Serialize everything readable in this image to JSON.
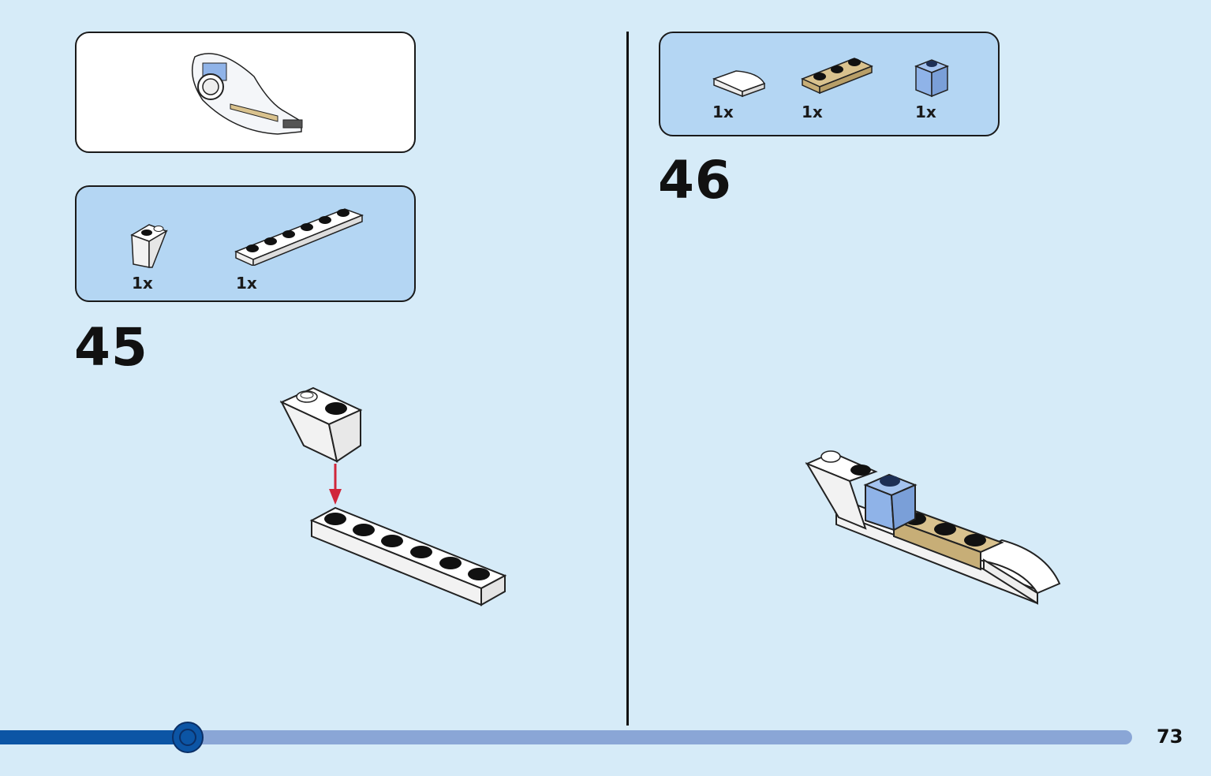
{
  "left": {
    "parts": [
      {
        "qty": "1x",
        "icon": "white-inverted-slope-brick"
      },
      {
        "qty": "1x",
        "icon": "white-1x6-plate"
      }
    ],
    "step": "45"
  },
  "right": {
    "parts": [
      {
        "qty": "1x",
        "icon": "white-curved-slope-tile"
      },
      {
        "qty": "1x",
        "icon": "tan-1x3-plate"
      },
      {
        "qty": "1x",
        "icon": "blue-1x1-brick"
      }
    ],
    "step": "46"
  },
  "progress": {
    "fraction": 0.166
  },
  "page_number": "73",
  "colors": {
    "background": "#d6ebf8",
    "parts_panel": "#b4d6f3",
    "progress_fill": "#0c55a5",
    "progress_track": "#8aa6d6",
    "brick_white": "#ffffff",
    "brick_tan": "#d9c28e",
    "brick_blue": "#8fb3e8",
    "arrow_red": "#d0263a"
  }
}
